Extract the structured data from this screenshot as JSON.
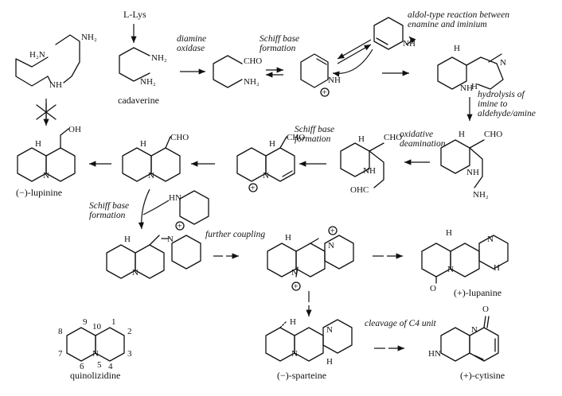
{
  "labels": {
    "l_lys": "L-Lys",
    "cadaverine": "cadaverine",
    "lupinine": "(−)-lupinine",
    "lupanine": "(+)-lupanine",
    "sparteine": "(−)-sparteine",
    "cytisine": "(+)-cytisine",
    "quinolizidine": "quinolizidine"
  },
  "steps": {
    "diamine_oxidase": [
      "diamine",
      "oxidase"
    ],
    "schiff1": [
      "Schiff base",
      "formation"
    ],
    "aldol": [
      "aldol-type reaction between",
      "enamine and iminium"
    ],
    "hydrolysis": [
      "hydrolysis of",
      "imine to",
      "aldehyde/amine"
    ],
    "oxidative": [
      "oxidative",
      "deamination"
    ],
    "schiff2": [
      "Schiff base",
      "formation"
    ],
    "schiff3": [
      "Schiff base",
      "formation"
    ],
    "further": "further coupling",
    "cleavage": "cleavage of C4 unit"
  },
  "atoms": {
    "nh2": "NH₂",
    "h2n": "H₂N",
    "nh": "NH",
    "hn": "HN",
    "n": "N",
    "h": "H",
    "cho": "CHO",
    "ohc": "OHC",
    "oh": "OH",
    "o": "O",
    "plus": "+"
  },
  "numbering": [
    "1",
    "2",
    "3",
    "4",
    "5",
    "6",
    "7",
    "8",
    "9",
    "10"
  ]
}
